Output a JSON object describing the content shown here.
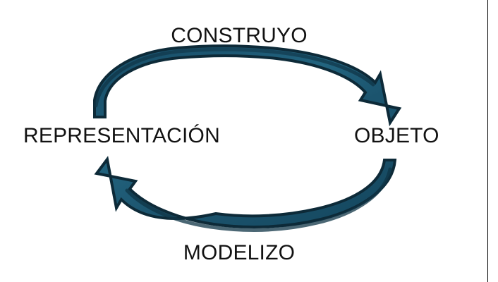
{
  "diagram": {
    "type": "cycle",
    "title": "",
    "nodes": [
      {
        "id": "representacion",
        "label": "REPRESENTACIÓN",
        "position": "left"
      },
      {
        "id": "objeto",
        "label": "OBJETO",
        "position": "right"
      }
    ],
    "edges": [
      {
        "id": "construyo",
        "label": "CONSTRUYO",
        "from": "representacion",
        "to": "objeto",
        "position": "top",
        "direction": "clockwise"
      },
      {
        "id": "modelizo",
        "label": "MODELIZO",
        "from": "objeto",
        "to": "representacion",
        "position": "bottom",
        "direction": "clockwise"
      }
    ],
    "colors": {
      "arrow_fill_light": "#21607E",
      "arrow_fill_dark": "#12384B",
      "arrow_outline": "#0D2A38",
      "text": "#121212",
      "background": "#FFFFFF",
      "edge_rule": "#000000"
    },
    "icons": {
      "top_arrow": "curved-arrow-right-icon",
      "bottom_arrow": "curved-arrow-left-icon"
    }
  }
}
